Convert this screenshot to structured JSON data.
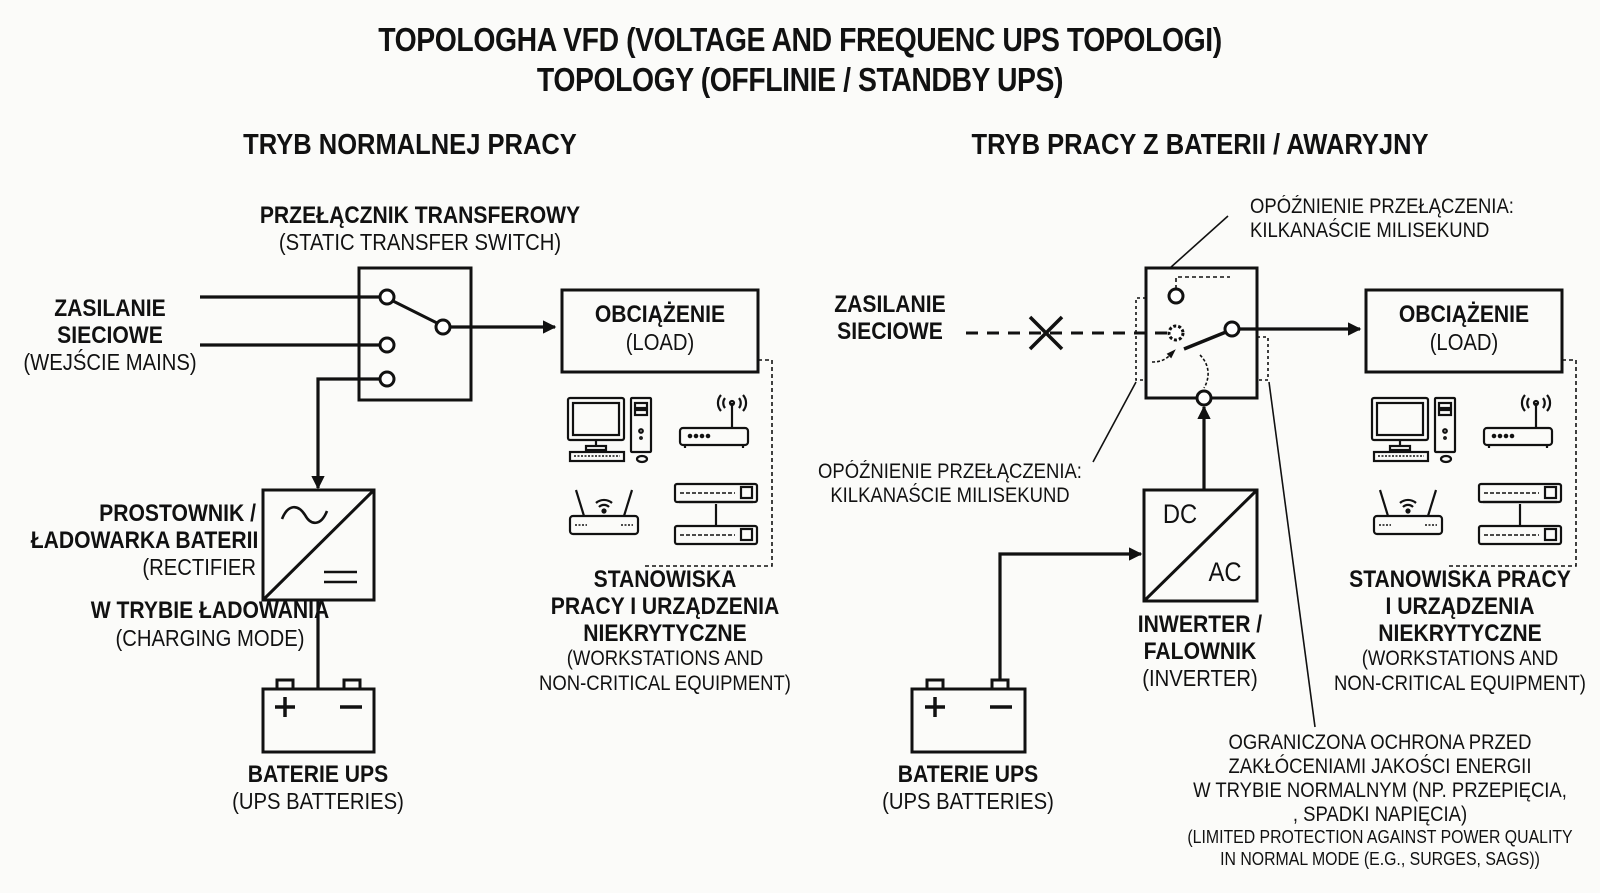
{
  "title": {
    "line1": "TOPOLOGHA VFD (VOLTAGE AND FREQUENC UPS TOPOLOGI)",
    "line2": "TOPOLOGY (OFFLINIE / STANDBY UPS)"
  },
  "normal_mode": {
    "heading": "TRYB NORMALNEJ PRACY",
    "transfer_switch": {
      "label": "PRZEŁĄCZNIK TRANSFEROWY",
      "sublabel": "(STATIC TRANSFER SWITCH)"
    },
    "mains": {
      "line1": "ZASILANIE",
      "line2": "SIECIOWE",
      "line3": "(WEJŚCIE MAINS)"
    },
    "load": {
      "label": "OBCIĄŻENIE",
      "sublabel": "(LOAD)"
    },
    "rectifier": {
      "line1": "PROSTOWNIK /",
      "line2": "ŁADOWARKA BATERII",
      "line3": "(RECTIFIER",
      "ac_symbol": "~",
      "dc_symbol": "="
    },
    "charging": {
      "label": "W TRYBIE ŁADOWANIA",
      "sublabel": "(CHARGING MODE)"
    },
    "battery": {
      "label": "BATERIE UPS",
      "sublabel": "(UPS BATTERIES)",
      "plus": "+",
      "minus": "−"
    },
    "equipment": {
      "line1": "STANOWISKA",
      "line2": "PRACY I URZĄDZENIA",
      "line3": "NIEKRYTYCZNE",
      "line4": "(WORKSTATIONS AND",
      "line5": "NON-CRITICAL EQUIPMENT)"
    },
    "icons": [
      "desktop-computer-icon",
      "wireless-access-point-icon",
      "wifi-router-icon",
      "network-switch-stack-icon"
    ]
  },
  "battery_mode": {
    "heading": "TRYB PRACY Z BATERII / AWARYJNY",
    "delay_top": {
      "line1": "OPÓŹNIENIE PRZEŁĄCZENIA:",
      "line2": "KILKANAŚCIE MILISEKUND"
    },
    "delay_left": {
      "line1": "OPÓŹNIENIE PRZEŁĄCZENIA:",
      "line2": "KILKANAŚCIE MILISEKUND"
    },
    "mains": {
      "line1": "ZASILANIE",
      "line2": "SIECIOWE",
      "fault_mark": "✕"
    },
    "load": {
      "label": "OBCIĄŻENIE",
      "sublabel": "(LOAD)"
    },
    "inverter": {
      "line1": "INWERTER /",
      "line2": "FALOWNIK",
      "line3": "(INVERTER)",
      "dc": "DC",
      "ac": "AC"
    },
    "battery": {
      "label": "BATERIE UPS",
      "sublabel": "(UPS BATTERIES)",
      "plus": "+",
      "minus": "−"
    },
    "equipment": {
      "line1": "STANOWISKA PRACY",
      "line2": "I URZĄDZENIA",
      "line3": "NIEKRYTYCZNE",
      "line4": "(WORKSTATIONS AND",
      "line5": "NON-CRITICAL EQUIPMENT)"
    },
    "limitation": {
      "line1": "OGRANICZONA OCHRONA PRZED",
      "line2": "ZAKŁÓCENIAMI JAKOŚCI ENERGII",
      "line3": "W TRYBIE NORMALNYM (NP. PRZEPIĘCIA,",
      "line4": ", SPADKI NAPIĘCIA)",
      "line5": "(LIMITED PROTECTION AGAINST POWER QUALITY",
      "line6": "IN NORMAL MODE (E.G., SURGES, SAGS))"
    }
  }
}
